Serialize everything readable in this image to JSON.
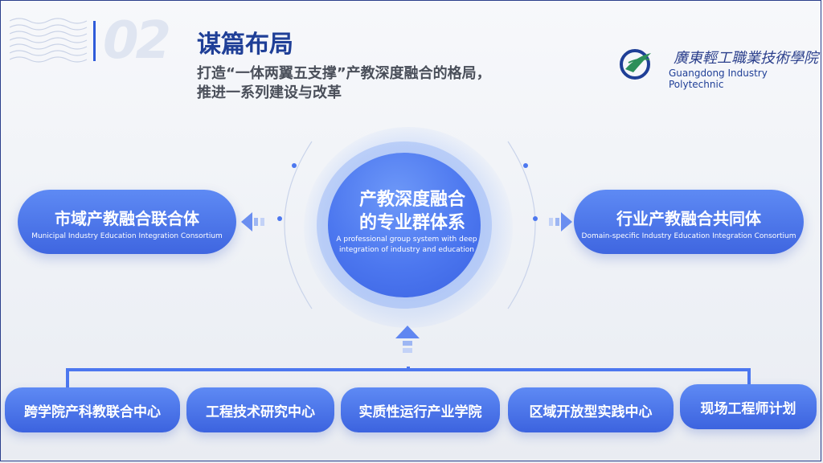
{
  "header": {
    "number": "02",
    "title": "谋篇布局",
    "subtitle_line1": "打造“一体两翼五支撑”产教深度融合的格局，",
    "subtitle_line2": "推进一系列建设与改革"
  },
  "logo": {
    "name_cn": "廣東輕工職業技術學院",
    "name_en": "Guangdong Industry Polytechnic",
    "icon": "school-logo-icon"
  },
  "center": {
    "title_line1": "产教深度融合",
    "title_line2": "的专业群体系",
    "subtitle_en": "A professional group system with deep integration of industry and education"
  },
  "wings": {
    "left": {
      "cn": "市域产教融合联合体",
      "en": "Municipal Industry Education Integration Consortium"
    },
    "right": {
      "cn": "行业产教融合共同体",
      "en": "Domain-specific Industry Education Integration Consortium"
    }
  },
  "supports": [
    "跨学院产科教联合中心",
    "工程技术研究中心",
    "实质性运行产业学院",
    "区域开放型实践中心",
    "现场工程师计划"
  ],
  "colors": {
    "primary": "#3f66e0",
    "title": "#1f3f97",
    "background": "#f2f4f8"
  }
}
